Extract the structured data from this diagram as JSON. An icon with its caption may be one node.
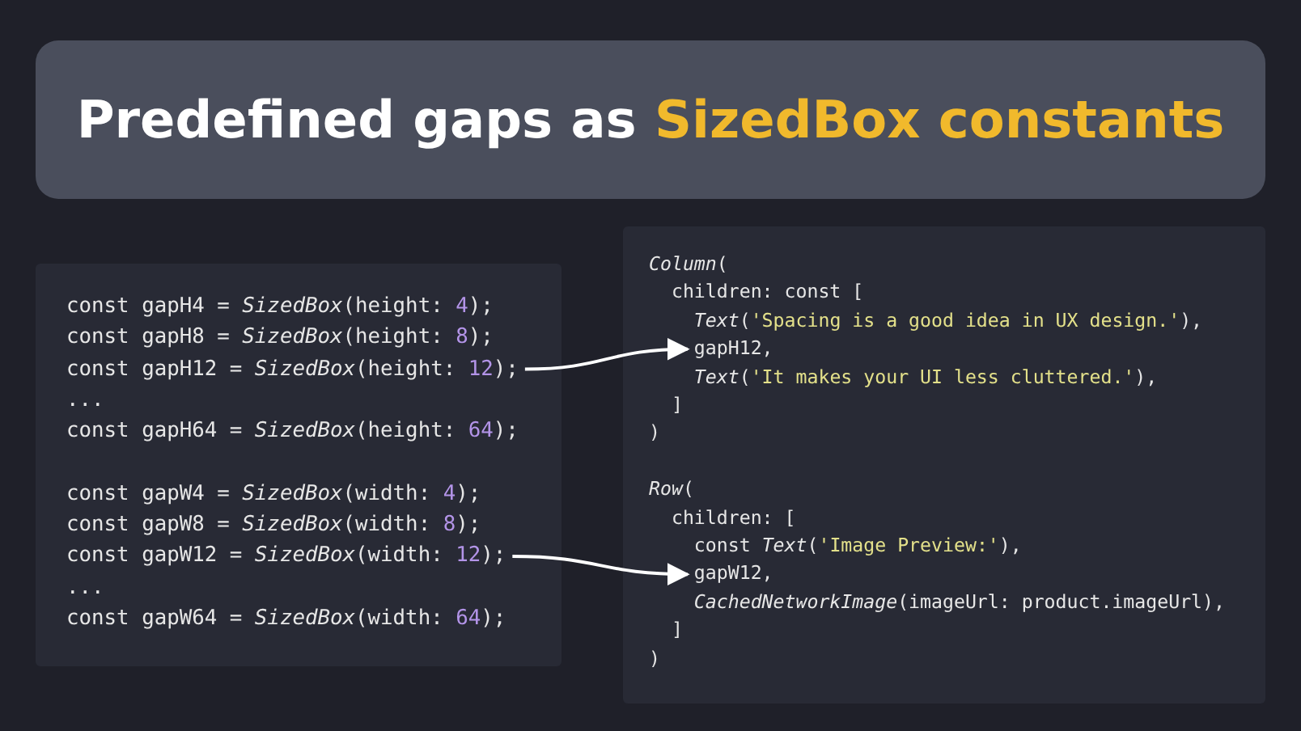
{
  "diagram": {
    "title": "Predefined gaps as **SizedBox constants**",
    "nodes": [
      {
        "text": [],
        "shape": "box"
      },
      {
        "text": [
          "const gapH4 = *SizedBox*(height: 4);"
        ],
        "in": 0
      },
      {
        "text": [
          "const gapH8 = *SizedBox*(height: 8);"
        ],
        "in": 0
      },
      {
        "text": [
          "const gapH12 = *SizedBox*(height: 12);"
        ],
        "in": 0
      },
      {
        "text": [
          "..."
        ],
        "in": 0
      },
      {
        "text": [
          "const gapH64 = *SizedBox*(height: 64);"
        ],
        "in": 0
      },
      {
        "text": [
          "const gapW4 = *SizedBox*(width: 4);"
        ],
        "in": 0
      },
      {
        "text": [
          "const gapW8 = *SizedBox*(width: 8);"
        ],
        "in": 0
      },
      {
        "text": [
          "const gapW12 = *SizedBox*(width: 12);"
        ],
        "in": 0
      },
      {
        "text": [
          "..."
        ],
        "in": 0
      },
      {
        "text": [
          "const gapW64 = *SizedBox*(width: 64);"
        ],
        "in": 0
      },
      {
        "text": [],
        "shape": "box"
      },
      {
        "text": [
          "*Column*("
        ],
        "in": 11
      },
      {
        "text": [
          "  children: const ["
        ],
        "in": 11
      },
      {
        "text": [
          "    *Text*('Spacing is a good idea in UX design.'),"
        ],
        "in": 11
      },
      {
        "text": [
          "    gapH12,"
        ],
        "in": 11
      },
      {
        "text": [
          "    *Text*('It makes your UI less cluttered.'),"
        ],
        "in": 11
      },
      {
        "text": [
          "  ]"
        ],
        "in": 11
      },
      {
        "text": [
          ")"
        ],
        "in": 11
      },
      {
        "text": [
          "*Row*("
        ],
        "in": 11
      },
      {
        "text": [
          "  children: ["
        ],
        "in": 11
      },
      {
        "text": [
          "    const *Text*('Image Preview:'),"
        ],
        "in": 11
      },
      {
        "text": [
          "    gapW12,"
        ],
        "in": 11
      },
      {
        "text": [
          "    *CachedNetworkImage*(imageUrl: product.imageUrl),"
        ],
        "in": 11
      },
      {
        "text": [
          "  ]"
        ],
        "in": 11
      },
      {
        "text": [
          ")"
        ],
        "in": 11
      }
    ],
    "edges": [
      {
        "from": 3,
        "to": 15,
        "arrow": "to"
      },
      {
        "from": 8,
        "to": 22,
        "arrow": "to"
      }
    ]
  }
}
